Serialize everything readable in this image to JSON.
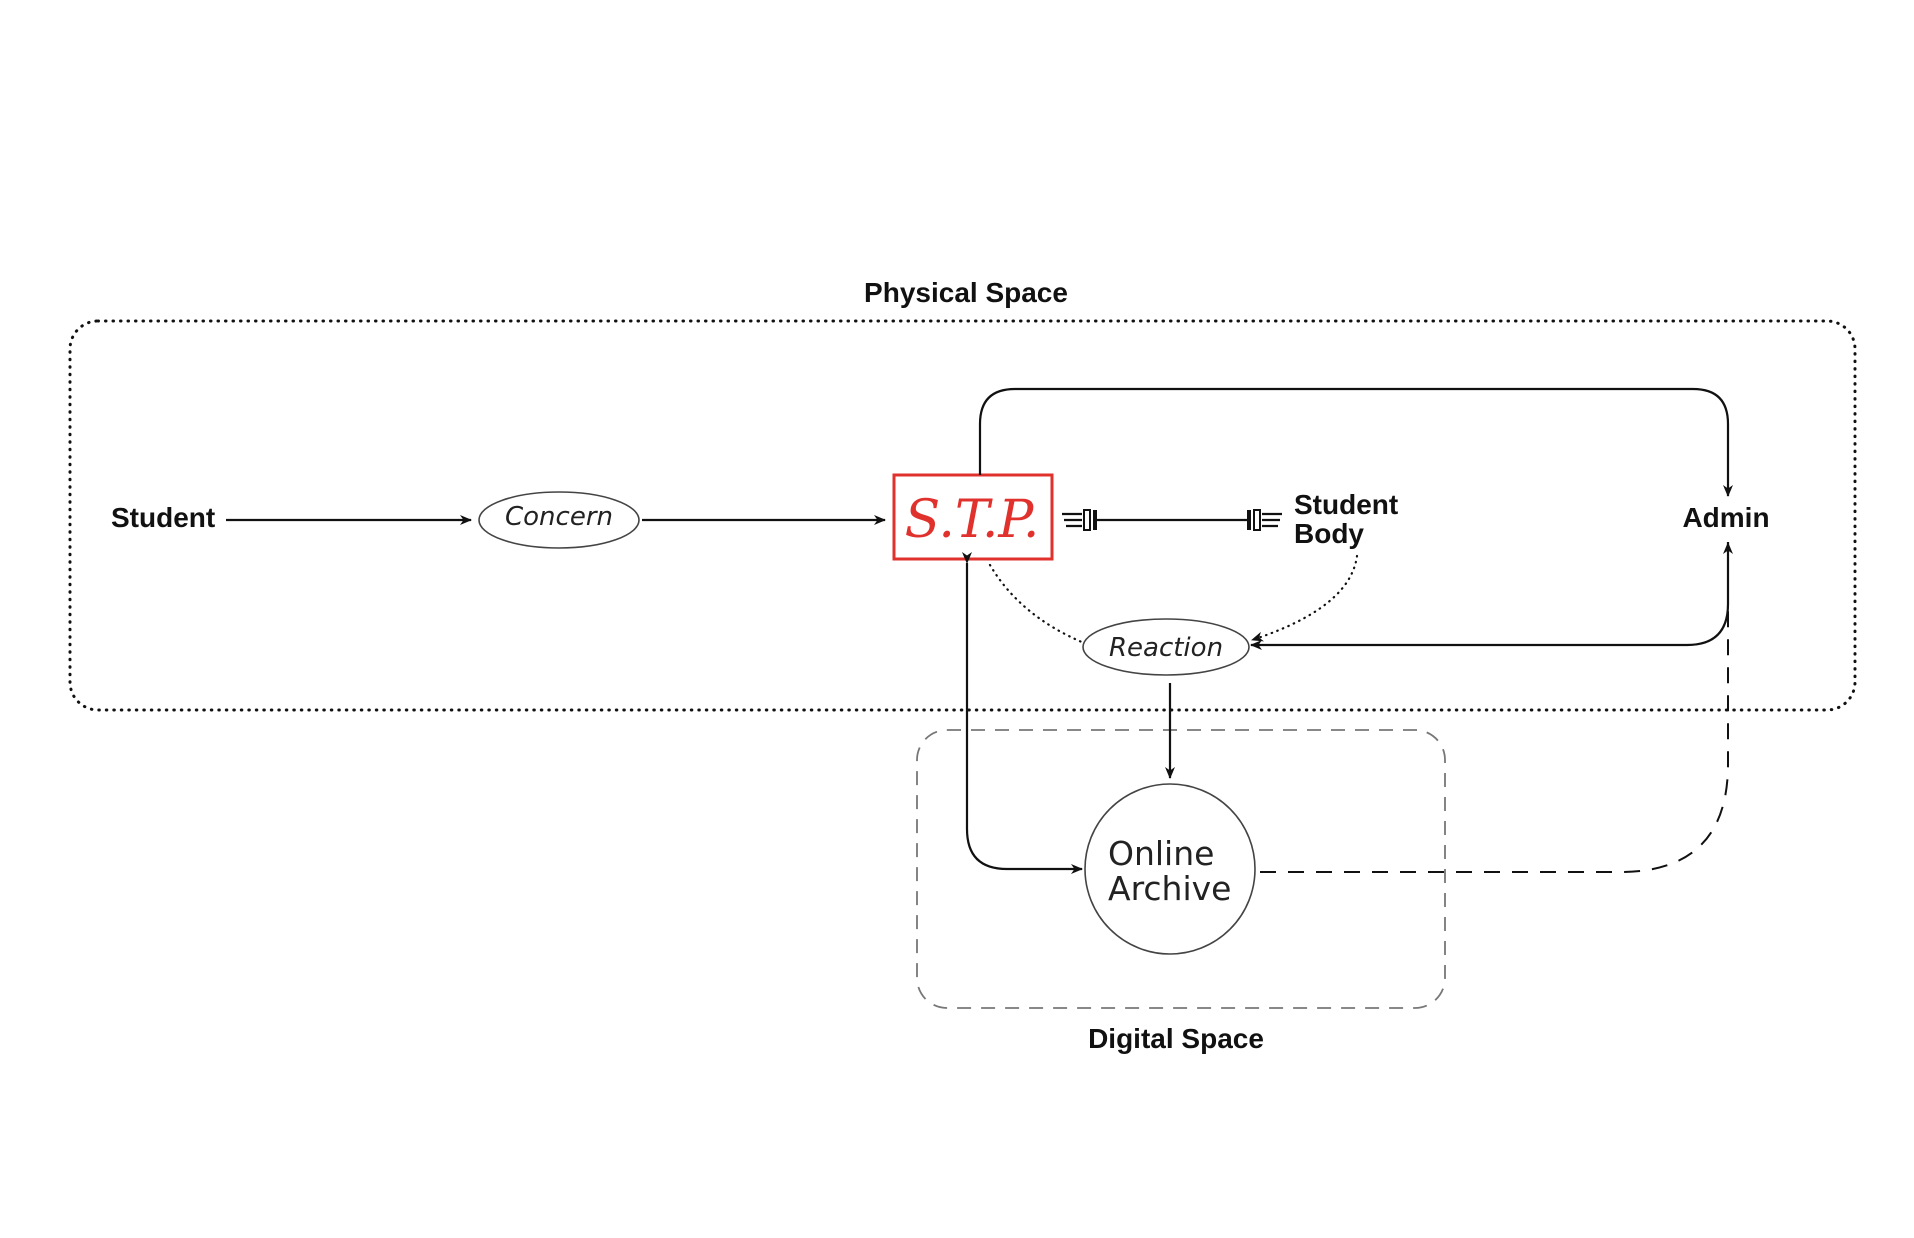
{
  "labels": {
    "physical_space": "Physical Space",
    "digital_space": "Digital Space",
    "student": "Student",
    "concern": "Concern",
    "stp": "S.T.P.",
    "student_body_line1": "Student",
    "student_body_line2": "Body",
    "admin": "Admin",
    "reaction": "Reaction",
    "online_archive_line1": "Online",
    "online_archive_line2": "Archive"
  },
  "colors": {
    "stp_accent": "#e0312c",
    "ink": "#111111"
  },
  "icons": {
    "left_pointing_hand": "pointing-hand-left-icon",
    "right_pointing_hand": "pointing-hand-right-icon"
  }
}
